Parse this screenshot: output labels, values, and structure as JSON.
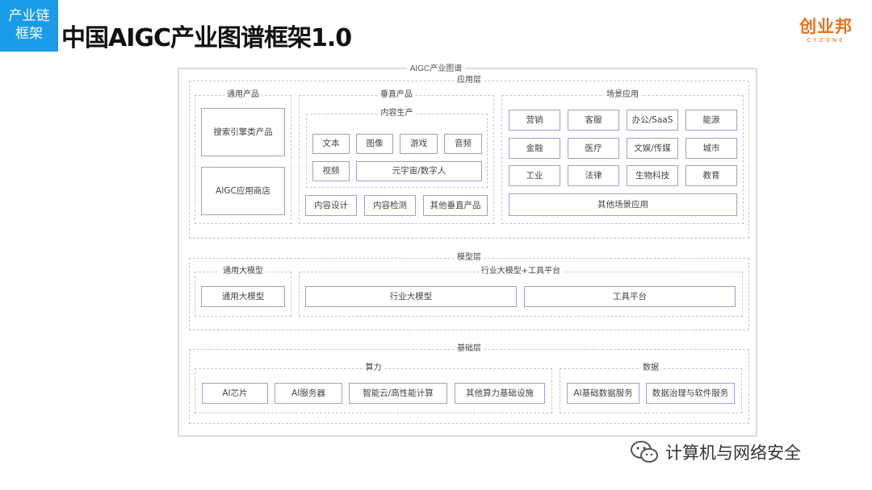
{
  "corner_tag": "产业链\n框架",
  "corner_tag_lines": [
    "产业链",
    "框架"
  ],
  "title": "中国AIGC产业图谱框架1.0",
  "logo": {
    "cn": "创业邦",
    "en": "CYZONE"
  },
  "diagram": {
    "title": "AIGC产业图谱",
    "app_layer": {
      "title": "应用层",
      "general": {
        "title": "通用产品",
        "items": [
          "搜索引擎类产品",
          "AIGC应用商店"
        ]
      },
      "vertical": {
        "title": "垂直产品",
        "content_gen": {
          "title": "内容生产",
          "items": [
            "文本",
            "图像",
            "游戏",
            "音频",
            "视频",
            "元宇宙/数字人"
          ]
        },
        "others": [
          "内容设计",
          "内容检测",
          "其他垂直产品"
        ]
      },
      "scene": {
        "title": "场景应用",
        "items": [
          "营销",
          "客服",
          "办公/SaaS",
          "能源",
          "金融",
          "医疗",
          "文娱/传媒",
          "城市",
          "工业",
          "法律",
          "生物科技",
          "教育"
        ],
        "other": "其他场景应用"
      }
    },
    "model_layer": {
      "title": "模型层",
      "general": {
        "title": "通用大模型",
        "item": "通用大模型"
      },
      "industry": {
        "title": "行业大模型+工具平台",
        "items": [
          "行业大模型",
          "工具平台"
        ]
      }
    },
    "base_layer": {
      "title": "基础层",
      "compute": {
        "title": "算力",
        "items": [
          "AI芯片",
          "AI服务器",
          "智能云/高性能计算",
          "其他算力基础设施"
        ]
      },
      "data": {
        "title": "数据",
        "items": [
          "AI基础数据服务",
          "数据治理与软件服务"
        ]
      }
    }
  },
  "watermark": "计算机与网络安全"
}
